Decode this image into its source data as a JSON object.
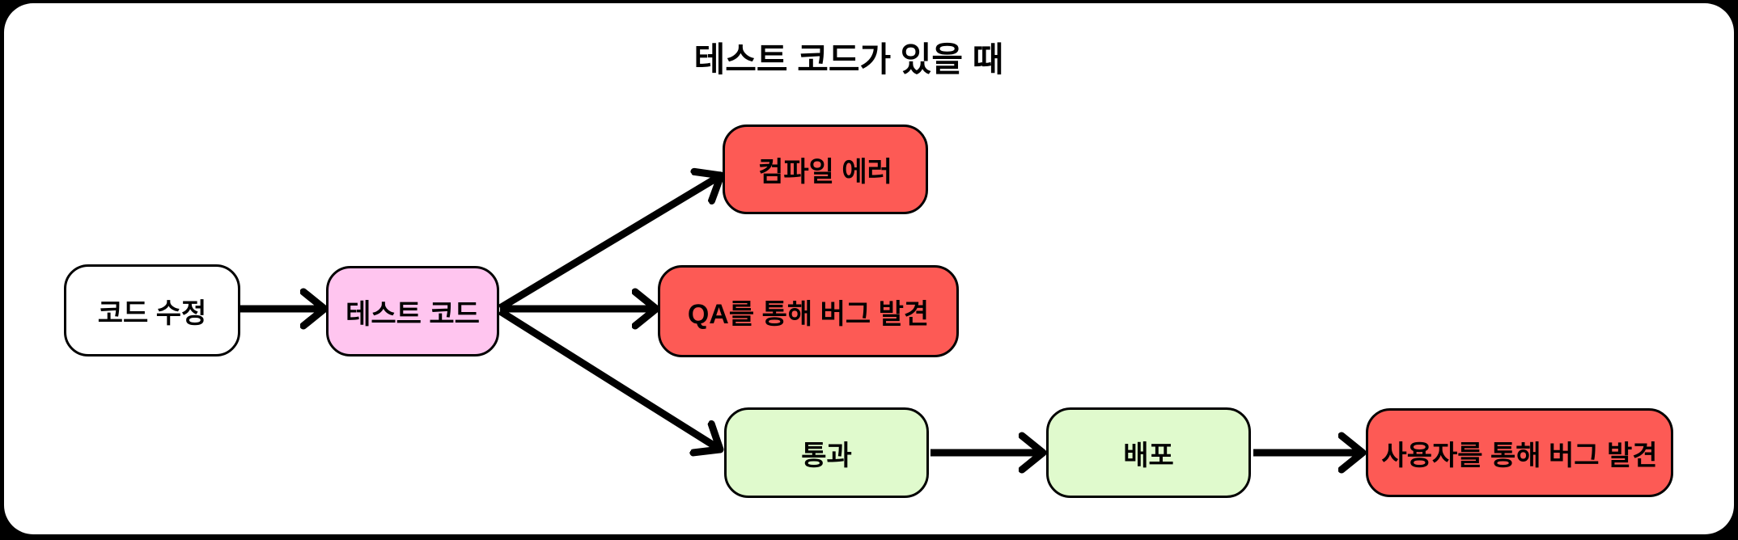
{
  "title": "테스트 코드가 있을 때",
  "colors": {
    "frame_background": "#000000",
    "canvas_background": "#ffffff",
    "node_stroke": "#000000",
    "arrow_stroke": "#000000",
    "text": "#000000",
    "node_white": "#ffffff",
    "node_pink": "#ffc5ef",
    "node_red": "#fd5a55",
    "node_green": "#e0facd"
  },
  "nodes": [
    {
      "id": "code-edit",
      "label": "코드 수정",
      "fill": "white"
    },
    {
      "id": "test-code",
      "label": "테스트 코드",
      "fill": "pink"
    },
    {
      "id": "compile-error",
      "label": "컴파일 에러",
      "fill": "red"
    },
    {
      "id": "qa-bug",
      "label": "QA를 통해 버그 발견",
      "fill": "red"
    },
    {
      "id": "pass",
      "label": "통과",
      "fill": "green"
    },
    {
      "id": "deploy",
      "label": "배포",
      "fill": "green"
    },
    {
      "id": "user-bug",
      "label": "사용자를 통해 버그 발견",
      "fill": "red"
    }
  ],
  "edges": [
    {
      "from": "코드 수정",
      "to": "테스트 코드"
    },
    {
      "from": "테스트 코드",
      "to": "컴파일 에러"
    },
    {
      "from": "테스트 코드",
      "to": "QA를 통해 버그 발견"
    },
    {
      "from": "테스트 코드",
      "to": "통과"
    },
    {
      "from": "통과",
      "to": "배포"
    },
    {
      "from": "배포",
      "to": "사용자를 통해 버그 발견"
    }
  ]
}
